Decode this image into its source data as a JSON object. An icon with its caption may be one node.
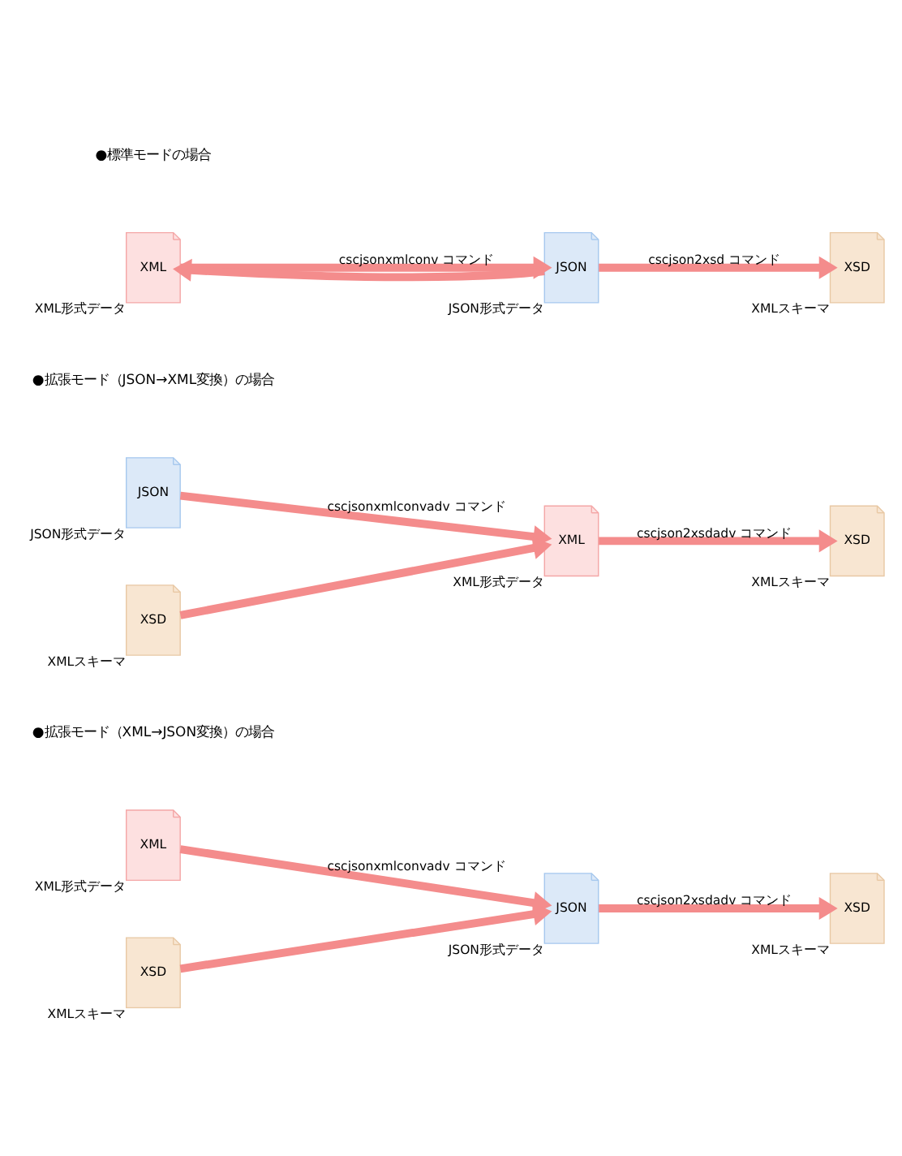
{
  "diagram": {
    "nodes": [
      {
        "text": [
          "XML"
        ],
        "beside": [
          "XML形式データ"
        ]
      },
      {
        "text": [
          "JSON"
        ],
        "beside": [
          "JSON形式データ"
        ]
      },
      {
        "text": [
          "XSD"
        ],
        "beside": [
          "XMLスキーマ"
        ]
      },
      {
        "text": [
          "JSON"
        ],
        "beside": [
          "JSON形式データ"
        ]
      },
      {
        "text": [
          "XSD"
        ],
        "beside": [
          "XMLスキーマ"
        ]
      },
      {
        "text": [
          "XML"
        ],
        "beside": [
          "XML形式データ"
        ]
      },
      {
        "text": [
          "XSD"
        ],
        "beside": [
          "XMLスキーマ"
        ]
      },
      {
        "text": [
          "XML"
        ],
        "beside": [
          "XML形式データ"
        ]
      },
      {
        "text": [
          "XSD"
        ],
        "beside": [
          "XMLスキーマ"
        ]
      },
      {
        "text": [
          "JSON"
        ],
        "beside": [
          "JSON形式データ"
        ]
      },
      {
        "text": [
          "XSD"
        ],
        "beside": [
          "XMLスキーマ"
        ]
      }
    ],
    "edges": [
      {
        "from": 0,
        "to": 1,
        "arrow": "to",
        "label": "cscjsonxmlconv コマンド"
      },
      {
        "from": 1,
        "to": 0,
        "arrow": "to"
      },
      {
        "from": 1,
        "to": 2,
        "arrow": "to",
        "label": "cscjson2xsd コマンド"
      },
      {
        "from": 3,
        "to": 5,
        "arrow": "to",
        "label": "cscjsonxmlconvadv コマンド"
      },
      {
        "from": 4,
        "to": 5,
        "arrow": "to"
      },
      {
        "from": 5,
        "to": 6,
        "arrow": "to",
        "label": "cscjson2xsdadv コマンド"
      },
      {
        "from": 7,
        "to": 9,
        "arrow": "to",
        "label": "cscjsonxmlconvadv コマンド"
      },
      {
        "from": 8,
        "to": 9,
        "arrow": "to"
      },
      {
        "from": 9,
        "to": 10,
        "arrow": "to",
        "label": "cscjson2xsdadv コマンド"
      }
    ],
    "labels": [
      "●標準モードの場合",
      "●拡張モード（JSON→XML変換）の場合",
      "●拡張モード（XML→JSON変換）の場合"
    ]
  }
}
